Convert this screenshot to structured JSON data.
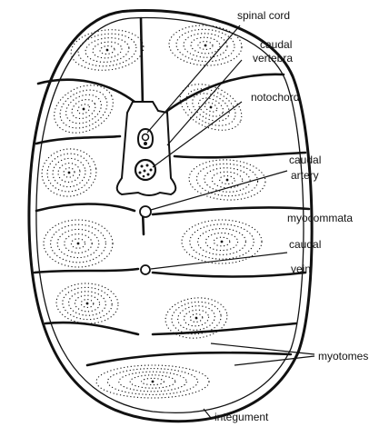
{
  "diagram": {
    "labels": {
      "spinal_cord": "spinal cord",
      "caudal_vertebra_line1": "caudal",
      "caudal_vertebra_line2": "vertebra",
      "notochord": "notochord",
      "caudal_artery_line1": "caudal",
      "caudal_artery_line2": "artery",
      "myocommata": "myocommata",
      "caudal_vein_line1": "caudal",
      "caudal_vein_line2": "vein",
      "myotomes": "myotomes",
      "integument": "integument"
    },
    "colors": {
      "ink": "#111111",
      "background": "#ffffff"
    }
  }
}
